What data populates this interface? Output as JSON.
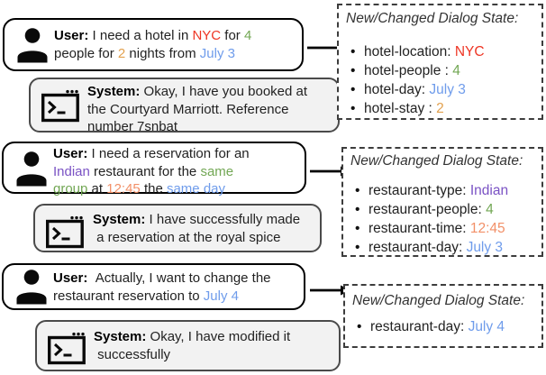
{
  "palette": {
    "red": "#ee3524",
    "green": "#72a754",
    "gold": "#e2a14f",
    "blue": "#6f9ceb",
    "purple": "#7a52c4",
    "salmon": "#f29068",
    "ink": "#222222"
  },
  "ui": {
    "bullet": "•"
  },
  "conversation": [
    {
      "role": "user",
      "lines": [
        [
          {
            "t": "User: ",
            "b": true
          },
          {
            "t": "I need a hotel in "
          },
          {
            "t": "NYC",
            "c": "red"
          },
          {
            "t": " for "
          },
          {
            "t": "4",
            "c": "green"
          }
        ],
        [
          {
            "t": "people for "
          },
          {
            "t": "2",
            "c": "gold"
          },
          {
            "t": " nights from "
          },
          {
            "t": "July 3",
            "c": "blue"
          }
        ]
      ]
    },
    {
      "role": "system",
      "lines": [
        [
          {
            "t": "System: ",
            "b": true
          },
          {
            "t": "Okay, I have you booked at"
          }
        ],
        [
          {
            "t": "the Courtyard Marriott. Reference"
          }
        ],
        [
          {
            "t": "number 7snbat"
          }
        ]
      ]
    },
    {
      "role": "user",
      "lines": [
        [
          {
            "t": "User: ",
            "b": true
          },
          {
            "t": "I need a reservation for an"
          }
        ],
        [
          {
            "t": "Indian",
            "c": "purple"
          },
          {
            "t": " restaurant for the "
          },
          {
            "t": "same",
            "c": "green"
          }
        ],
        [
          {
            "t": "group",
            "c": "green"
          },
          {
            "t": " at "
          },
          {
            "t": "12:45",
            "c": "salmon"
          },
          {
            "t": " the "
          },
          {
            "t": "same day",
            "c": "blue"
          }
        ]
      ]
    },
    {
      "role": "system",
      "lines": [
        [
          {
            "t": "System: ",
            "b": true
          },
          {
            "t": "I have successfully made"
          }
        ],
        [
          {
            "t": " a reservation at the royal spice"
          }
        ]
      ]
    },
    {
      "role": "user",
      "lines": [
        [
          {
            "t": "User:  ",
            "b": true
          },
          {
            "t": "Actually, I want to change the"
          }
        ],
        [
          {
            "t": "restaurant reservation to "
          },
          {
            "t": "July 4",
            "c": "blue"
          }
        ]
      ]
    },
    {
      "role": "system",
      "lines": [
        [
          {
            "t": "System: ",
            "b": true
          },
          {
            "t": "Okay, I have modified it"
          }
        ],
        [
          {
            "t": " successfully"
          }
        ]
      ]
    }
  ],
  "dialog_states": [
    {
      "title": "New/Changed Dialog State:",
      "items": [
        [
          {
            "t": "hotel-location: "
          },
          {
            "t": "NYC",
            "c": "red"
          }
        ],
        [
          {
            "t": "hotel-people : "
          },
          {
            "t": "4",
            "c": "green"
          }
        ],
        [
          {
            "t": "hotel-day: "
          },
          {
            "t": "July 3",
            "c": "blue"
          }
        ],
        [
          {
            "t": "hotel-stay : "
          },
          {
            "t": "2",
            "c": "gold"
          }
        ]
      ]
    },
    {
      "title": "New/Changed Dialog State:",
      "items": [
        [
          {
            "t": "restaurant-type: "
          },
          {
            "t": "Indian",
            "c": "purple"
          }
        ],
        [
          {
            "t": "restaurant-people: "
          },
          {
            "t": "4",
            "c": "green"
          }
        ],
        [
          {
            "t": "restaurant-time: "
          },
          {
            "t": "12:45",
            "c": "salmon"
          }
        ],
        [
          {
            "t": "restaurant-day: "
          },
          {
            "t": "July 3",
            "c": "blue"
          }
        ]
      ]
    },
    {
      "title": "New/Changed Dialog State:",
      "items": [
        [
          {
            "t": "restaurant-day: "
          },
          {
            "t": "July 4",
            "c": "blue"
          }
        ]
      ]
    }
  ]
}
